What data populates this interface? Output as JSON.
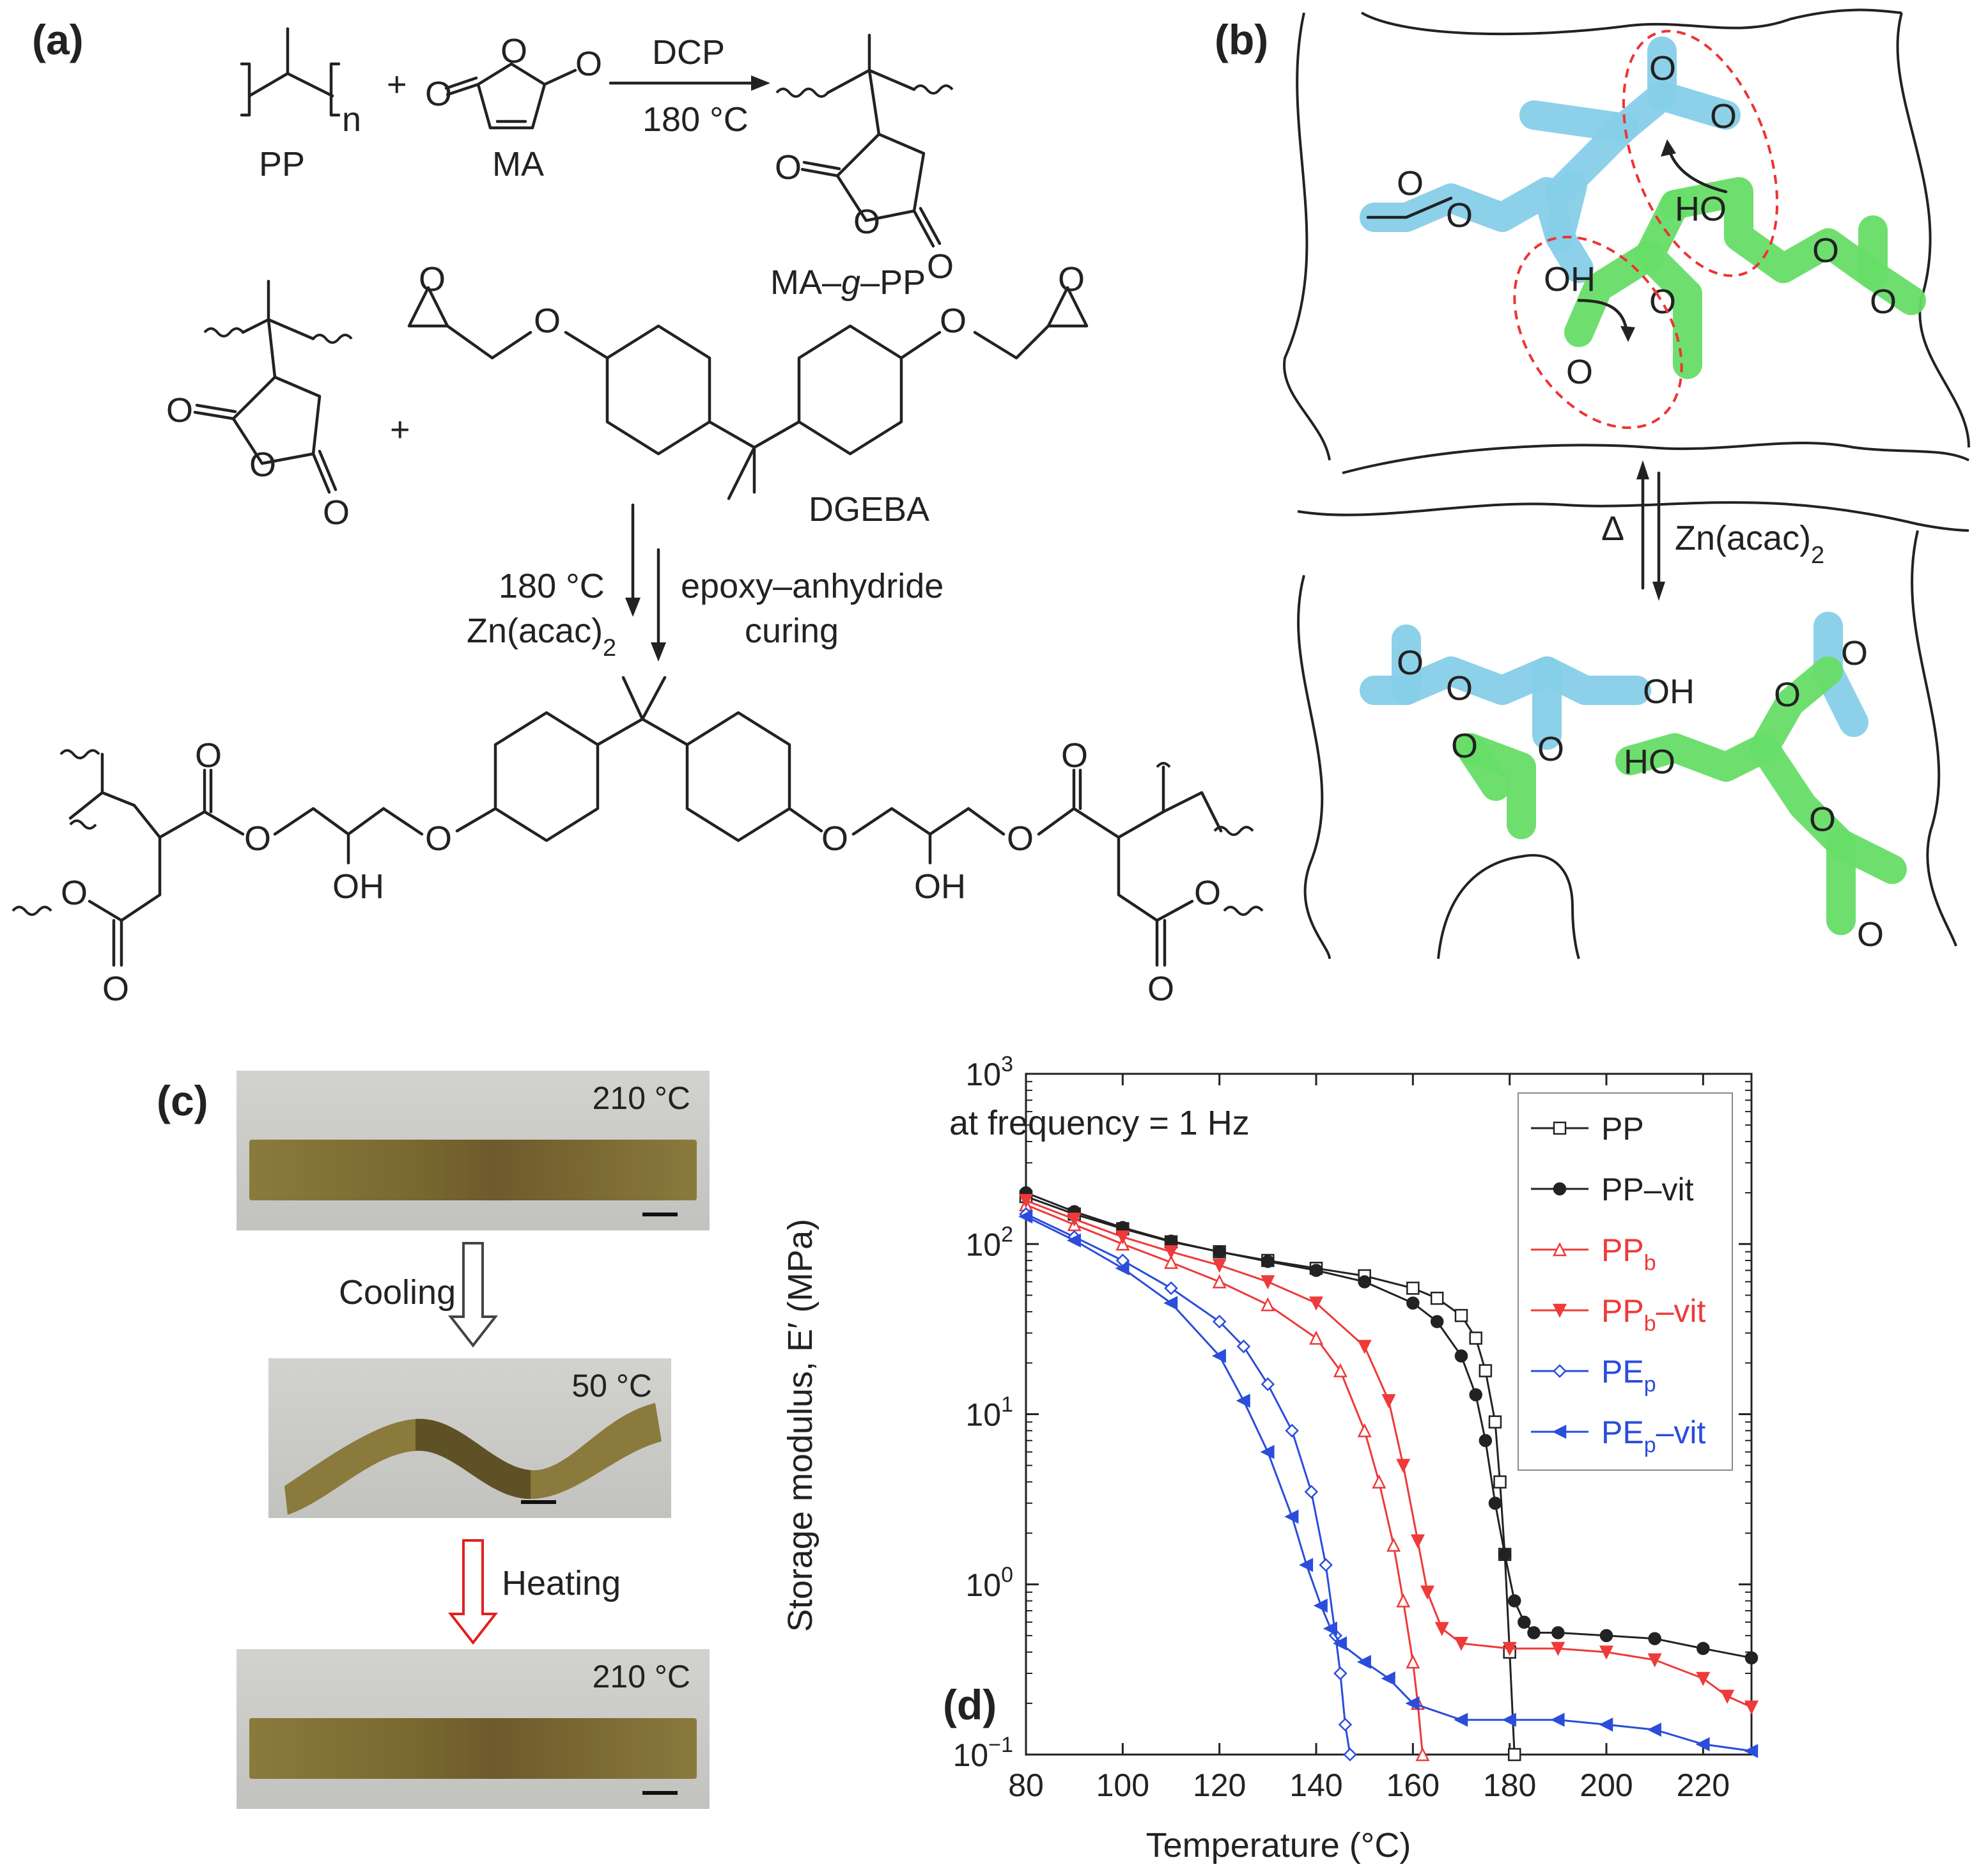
{
  "panels": {
    "a": "(a)",
    "b": "(b)",
    "c": "(c)",
    "d": "(d)"
  },
  "scheme_a": {
    "pp": "PP",
    "ma": "MA",
    "dcp": "DCP",
    "temp1": "180 °C",
    "ma_g_pp_prefix": "MA–",
    "ma_g_pp_g": "g",
    "ma_g_pp_suffix": "–PP",
    "dgeba": "DGEBA",
    "temp2": "180 °C",
    "catalyst_base": "Zn(acac)",
    "catalyst_sub": "2",
    "curing_line1": "epoxy–anhydride",
    "curing_line2": "curing",
    "plus": "+",
    "n": "n",
    "o": "O",
    "oh": "OH"
  },
  "scheme_b": {
    "delta": "Δ",
    "catalyst_base": "Zn(acac)",
    "catalyst_sub": "2",
    "o": "O",
    "oh": "OH",
    "ho": "HO"
  },
  "photos_c": {
    "temp_top": "210 °C",
    "cooling": "Cooling",
    "temp_mid": "50 °C",
    "heating": "Heating",
    "temp_bottom": "210 °C",
    "colors": {
      "strip": "#8a7a3c",
      "cooling_arrow": "#444444",
      "heating_arrow": "#e02020"
    }
  },
  "chart_data": {
    "type": "line",
    "title": "",
    "annotation": "at frequency = 1 Hz",
    "xlabel": "Temperature (°C)",
    "ylabel": "Storage modulus, E′ (MPa)",
    "xlim": [
      80,
      230
    ],
    "ylim": [
      0.1,
      1000
    ],
    "yscale": "log",
    "x_ticks": [
      80,
      100,
      120,
      140,
      160,
      180,
      200,
      220
    ],
    "y_ticks": [
      0.1,
      1,
      10,
      100,
      1000
    ],
    "y_tick_labels": [
      {
        "base": "10",
        "exp": "−1"
      },
      {
        "base": "10",
        "exp": "0"
      },
      {
        "base": "10",
        "exp": "1"
      },
      {
        "base": "10",
        "exp": "2"
      },
      {
        "base": "10",
        "exp": "3"
      }
    ],
    "legend_position": "top-right",
    "grid": false,
    "series": [
      {
        "name": "PP",
        "name_base": "PP",
        "name_sub": "",
        "name_suffix": "",
        "color": "#222222",
        "marker": "open-square",
        "x": [
          80,
          90,
          100,
          110,
          120,
          130,
          140,
          150,
          160,
          165,
          170,
          173,
          175,
          177,
          178,
          179,
          180,
          181
        ],
        "y": [
          190,
          150,
          123,
          103,
          90,
          80,
          72,
          65,
          55,
          48,
          38,
          28,
          18,
          9,
          4,
          1.5,
          0.4,
          0.1
        ]
      },
      {
        "name": "PP–vit",
        "name_base": "PP–vit",
        "name_sub": "",
        "name_suffix": "",
        "color": "#222222",
        "marker": "filled-circle",
        "x": [
          80,
          90,
          100,
          110,
          120,
          130,
          140,
          150,
          160,
          165,
          170,
          173,
          175,
          177,
          179,
          181,
          183,
          185,
          190,
          200,
          210,
          220,
          230
        ],
        "y": [
          200,
          155,
          125,
          104,
          90,
          79,
          70,
          60,
          45,
          35,
          22,
          13,
          7,
          3,
          1.5,
          0.8,
          0.6,
          0.52,
          0.52,
          0.5,
          0.48,
          0.42,
          0.37
        ]
      },
      {
        "name": "PPb",
        "name_base": "PP",
        "name_sub": "b",
        "name_suffix": "",
        "color": "#ee3a3a",
        "marker": "open-triangle",
        "x": [
          80,
          90,
          100,
          110,
          120,
          130,
          140,
          145,
          150,
          153,
          156,
          158,
          160,
          161,
          162
        ],
        "y": [
          170,
          130,
          100,
          78,
          60,
          44,
          28,
          18,
          8,
          4,
          1.7,
          0.8,
          0.35,
          0.2,
          0.1
        ]
      },
      {
        "name": "PPb–vit",
        "name_base": "PP",
        "name_sub": "b",
        "name_suffix": "–vit",
        "color": "#ee3a3a",
        "marker": "filled-triangle-down",
        "x": [
          80,
          90,
          100,
          110,
          120,
          130,
          140,
          150,
          155,
          158,
          161,
          163,
          166,
          170,
          180,
          190,
          200,
          210,
          220,
          225,
          230
        ],
        "y": [
          180,
          140,
          110,
          90,
          75,
          60,
          45,
          25,
          12,
          5,
          1.8,
          0.9,
          0.55,
          0.45,
          0.42,
          0.42,
          0.4,
          0.36,
          0.28,
          0.22,
          0.19
        ]
      },
      {
        "name": "PEp",
        "name_base": "PE",
        "name_sub": "p",
        "name_suffix": "",
        "color": "#2a4ddb",
        "marker": "open-diamond",
        "x": [
          80,
          90,
          100,
          110,
          120,
          125,
          130,
          135,
          139,
          142,
          144,
          145,
          146,
          147
        ],
        "y": [
          150,
          110,
          80,
          55,
          35,
          25,
          15,
          8,
          3.5,
          1.3,
          0.5,
          0.3,
          0.15,
          0.1
        ]
      },
      {
        "name": "PEp–vit",
        "name_base": "PE",
        "name_sub": "p",
        "name_suffix": "–vit",
        "color": "#2a4ddb",
        "marker": "filled-triangle-left",
        "x": [
          80,
          90,
          100,
          110,
          120,
          125,
          130,
          135,
          138,
          141,
          143,
          145,
          150,
          155,
          160,
          170,
          180,
          190,
          200,
          210,
          220,
          230
        ],
        "y": [
          145,
          105,
          72,
          45,
          22,
          12,
          6,
          2.5,
          1.3,
          0.75,
          0.55,
          0.45,
          0.35,
          0.28,
          0.2,
          0.16,
          0.16,
          0.16,
          0.15,
          0.14,
          0.115,
          0.105
        ]
      }
    ]
  }
}
